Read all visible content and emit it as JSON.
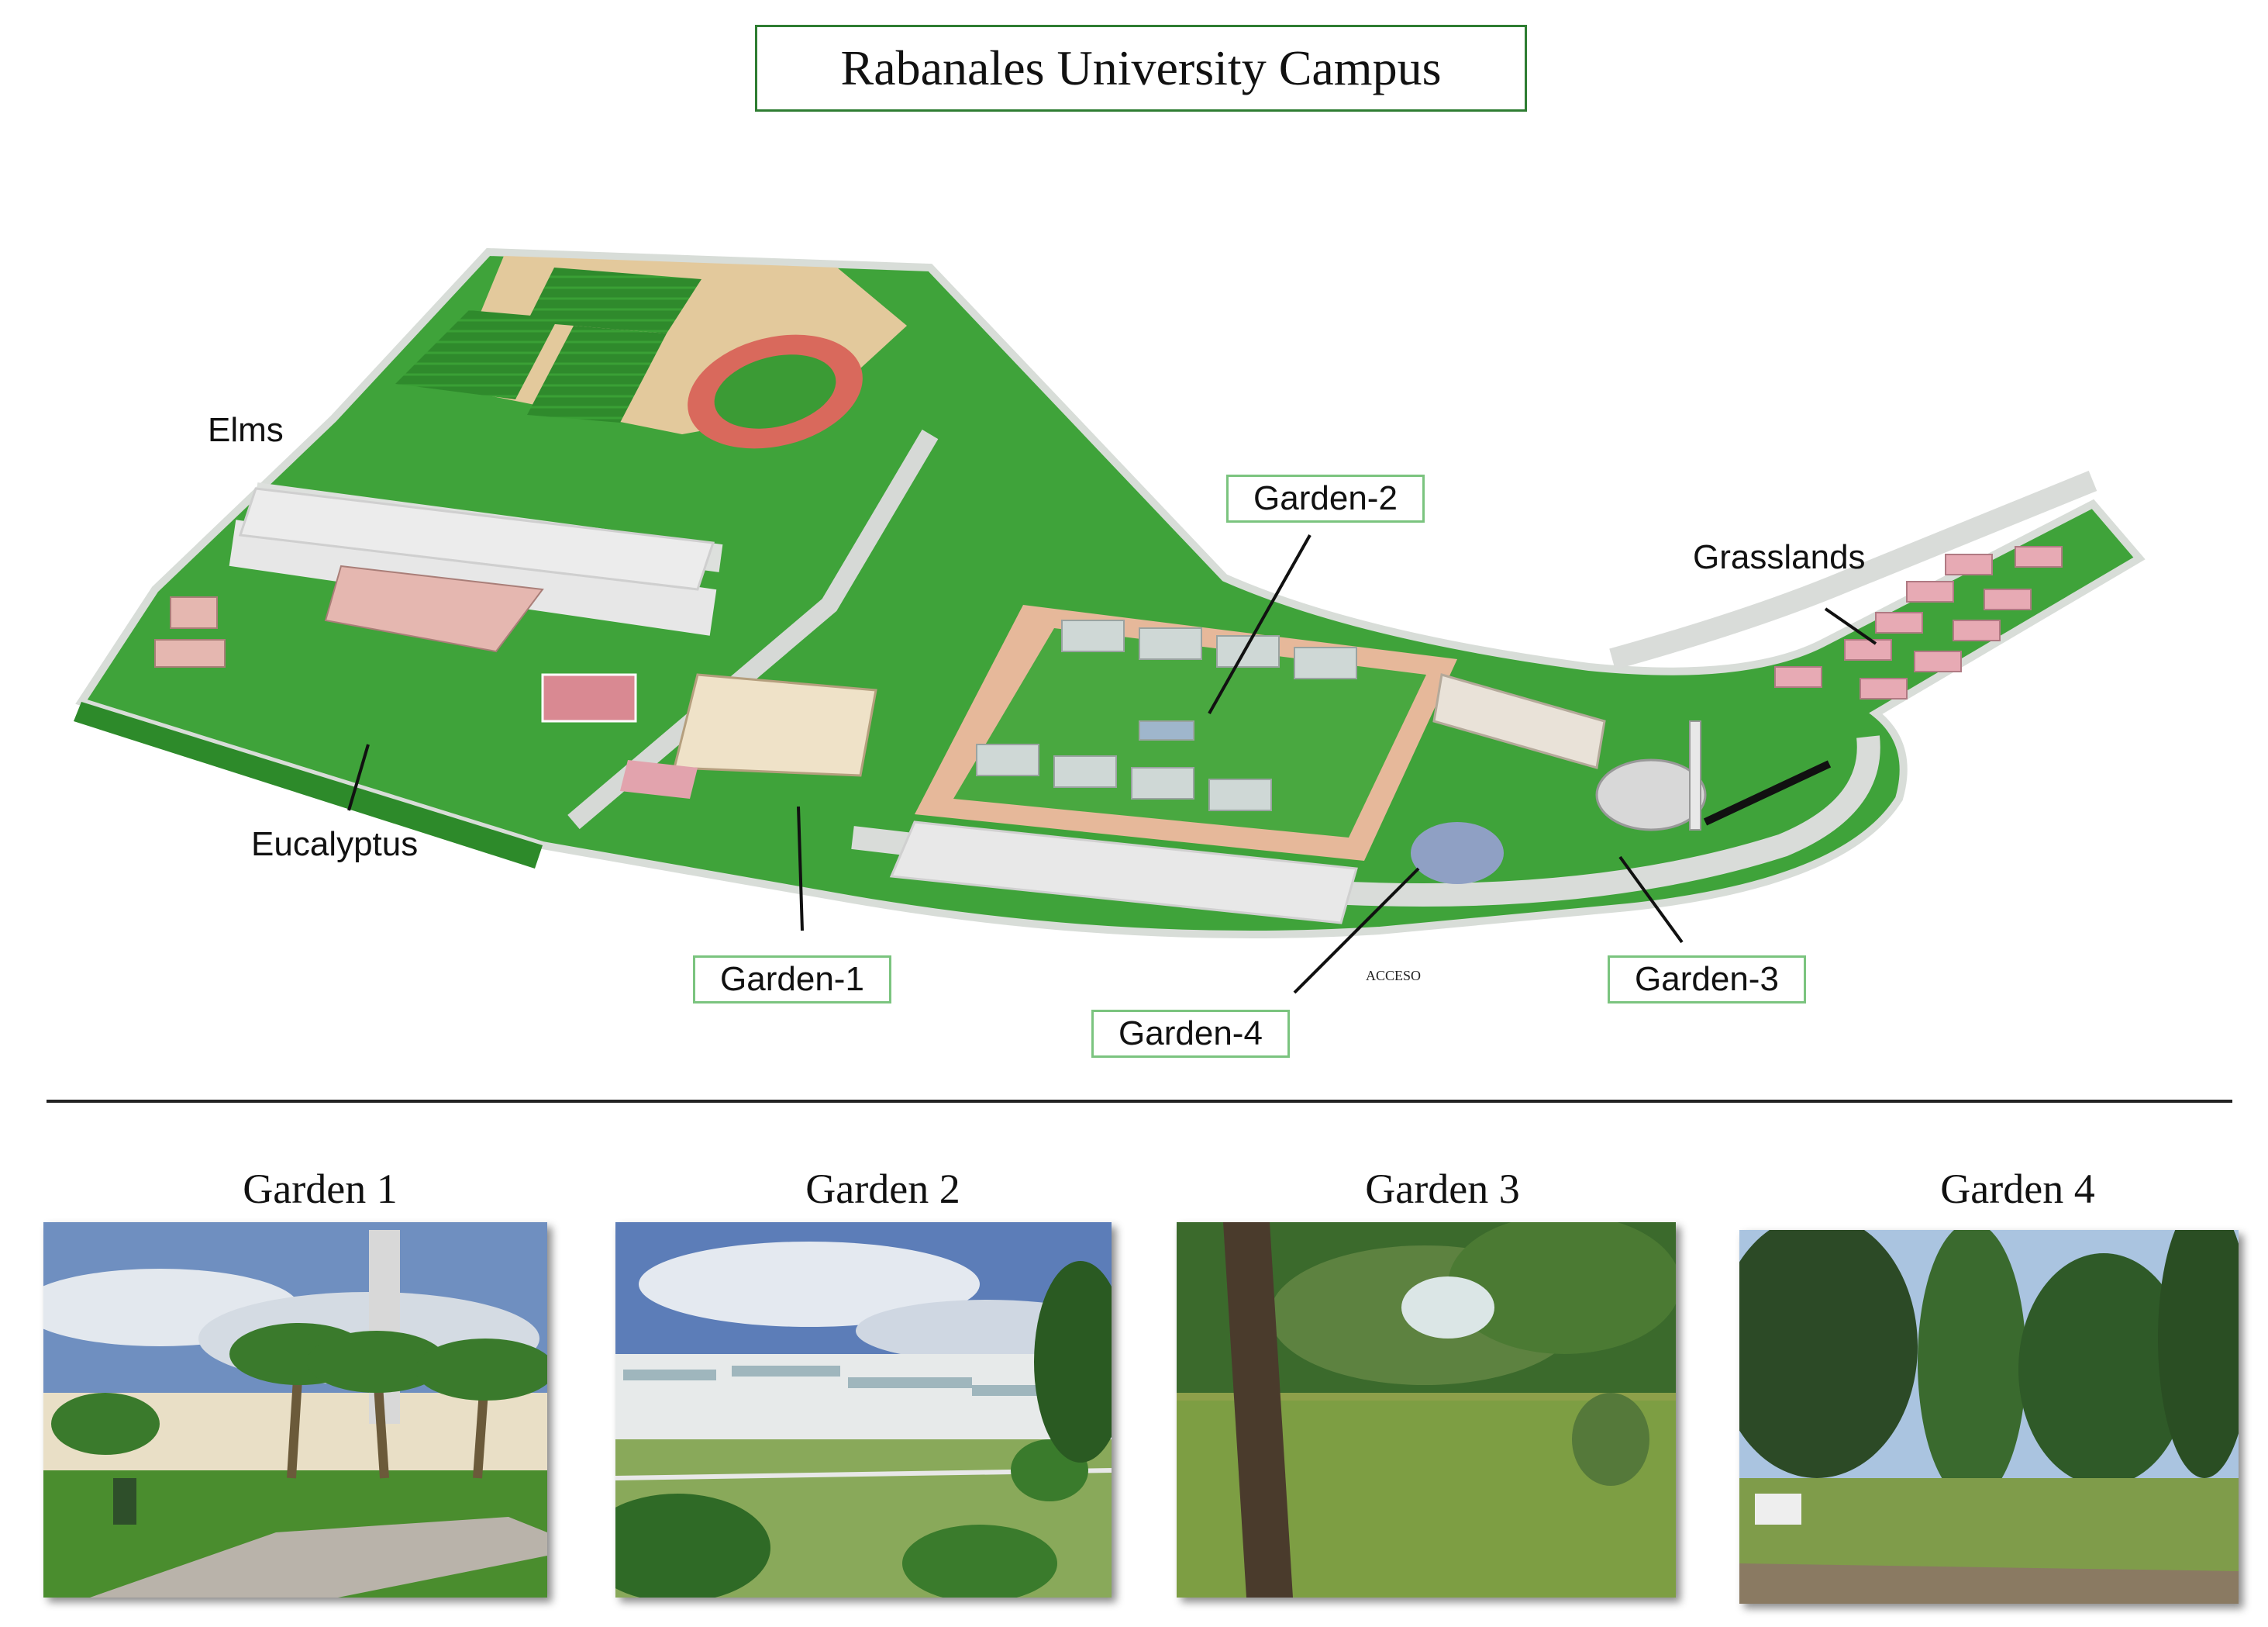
{
  "title": "Rabanales University Campus",
  "map": {
    "zone_labels": {
      "elms": "Elms",
      "eucalyptus": "Eucalyptus",
      "grasslands": "Grasslands"
    },
    "garden_labels": {
      "garden1": "Garden-1",
      "garden2": "Garden-2",
      "garden3": "Garden-3",
      "garden4": "Garden-4"
    },
    "access_label": "ACCESO"
  },
  "photos": [
    {
      "caption": "Garden 1",
      "icon": "palm-garden-photo"
    },
    {
      "caption": "Garden 2",
      "icon": "lawn-buildings-photo"
    },
    {
      "caption": "Garden 3",
      "icon": "tree-lawn-photo"
    },
    {
      "caption": "Garden 4",
      "icon": "conifer-grove-photo"
    }
  ],
  "colors": {
    "grass": "#3f9f3a",
    "road": "#d4d8d4",
    "building_roof": "#e9b99a",
    "frame_green": "#7bc47f"
  }
}
